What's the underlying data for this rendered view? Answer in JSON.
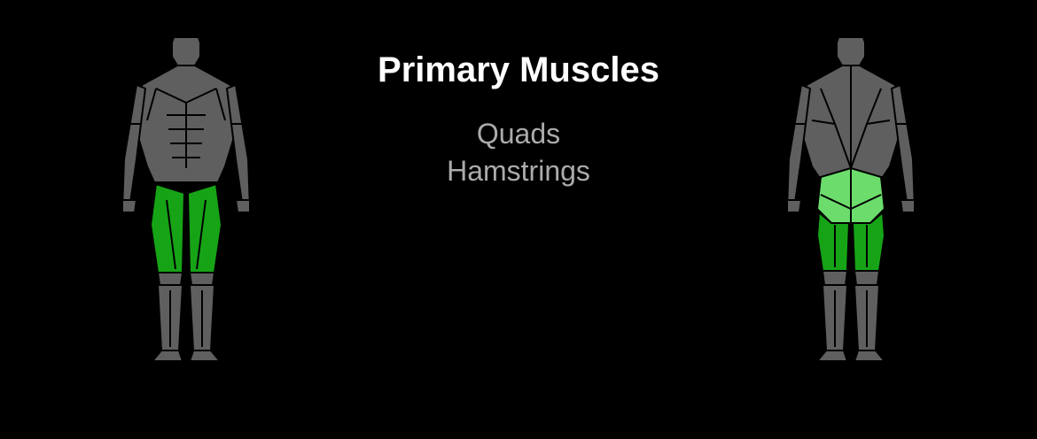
{
  "title": "Primary Muscles",
  "muscles": [
    "Quads",
    "Hamstrings"
  ],
  "figures": {
    "front": {
      "icon": "body-front-icon",
      "highlighted": [
        "quads"
      ]
    },
    "back": {
      "icon": "body-back-icon",
      "highlighted": [
        "glutes",
        "hamstrings"
      ]
    }
  },
  "colors": {
    "background": "#000000",
    "body": "#5f5f5f",
    "outline": "#000000",
    "primary": "#16a416",
    "secondary": "#6cdd6c",
    "title": "#ffffff",
    "list_text": "#ababab"
  }
}
